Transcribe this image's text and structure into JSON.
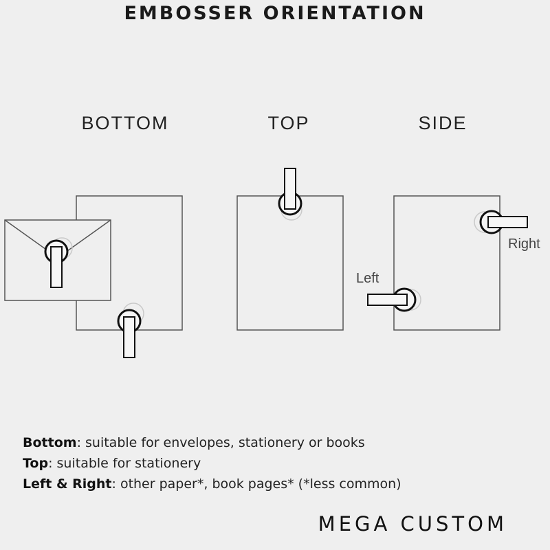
{
  "title": "EMBOSSER ORIENTATION",
  "orientations": [
    {
      "heading": "BOTTOM"
    },
    {
      "heading": "TOP"
    },
    {
      "heading": "SIDE",
      "labels": {
        "left": "Left",
        "right": "Right"
      }
    }
  ],
  "notes": [
    {
      "term": "Bottom",
      "text": ": suitable for envelopes, stationery or books"
    },
    {
      "term": "Top",
      "text": ": suitable for stationery"
    },
    {
      "term": "Left & Right",
      "text": ": other paper*, book pages* (*less common)"
    }
  ],
  "brand": "MEGA CUSTOM"
}
